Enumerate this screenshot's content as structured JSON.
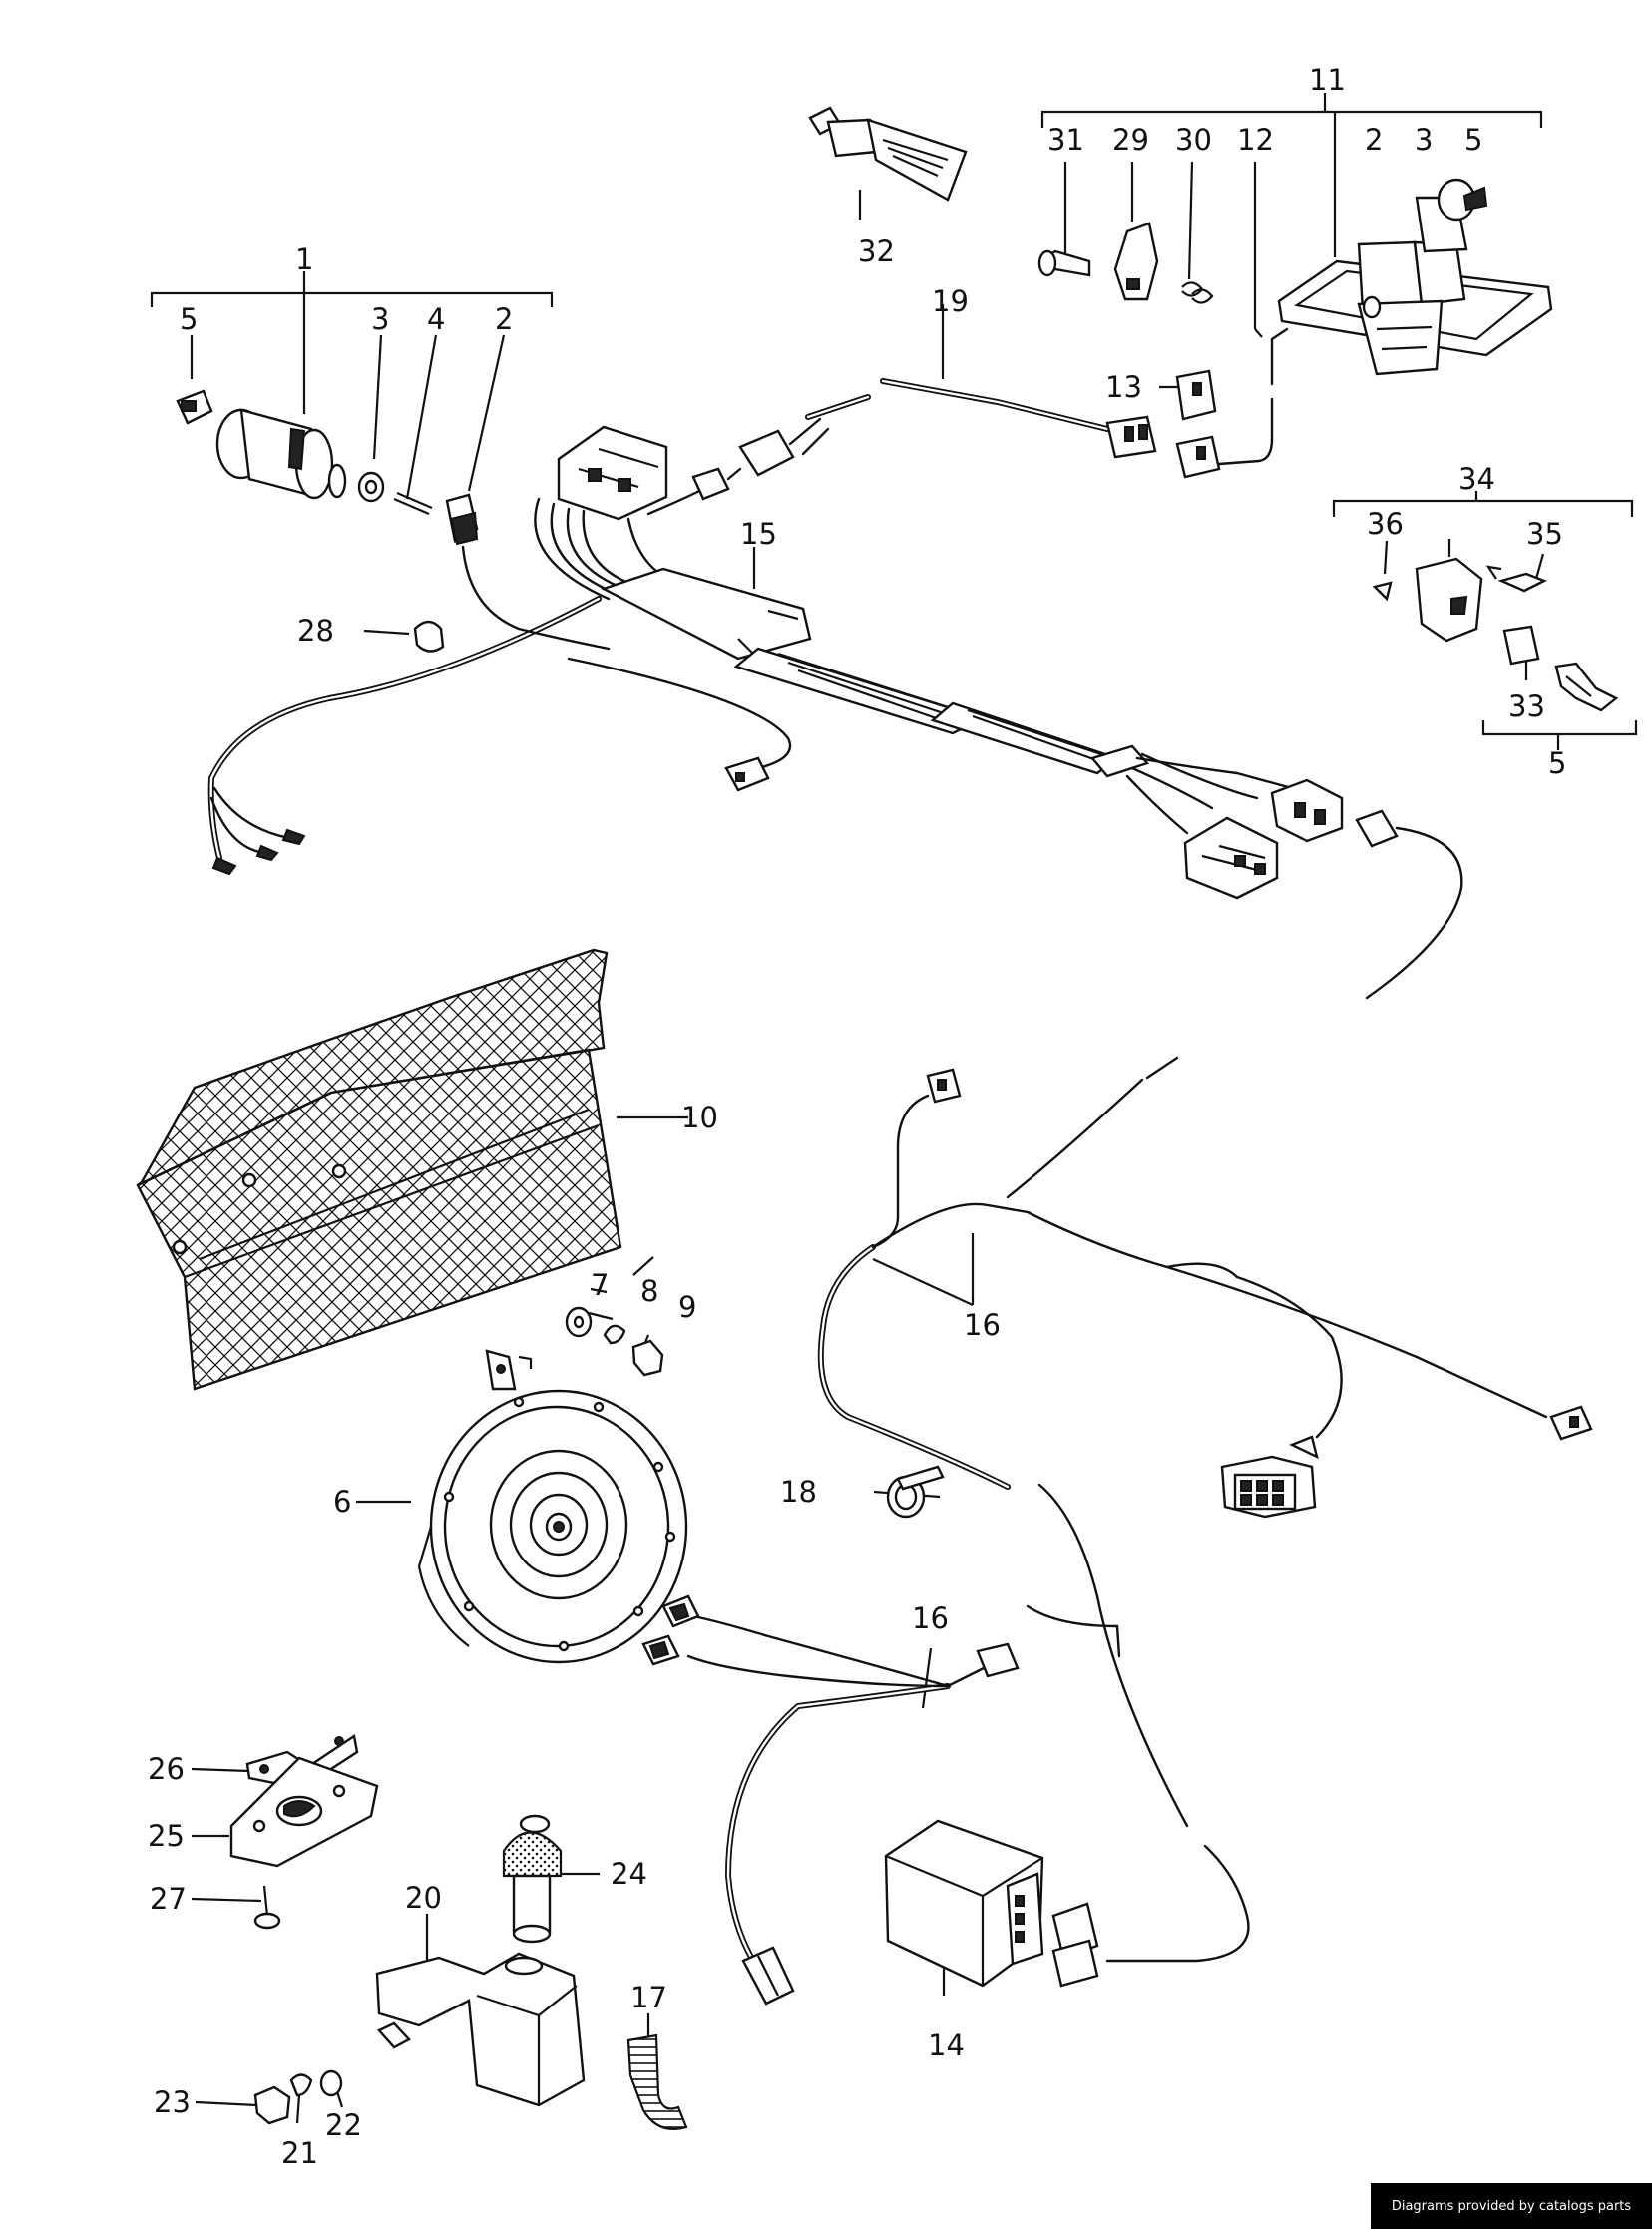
{
  "callouts": {
    "c1": "1",
    "c2a": "2",
    "c2b": "2",
    "c3a": "3",
    "c3b": "3",
    "c4": "4",
    "c5a": "5",
    "c5b": "5",
    "c5c": "5",
    "c6": "6",
    "c7": "7",
    "c8": "8",
    "c9": "9",
    "c10": "10",
    "c11": "11",
    "c12": "12",
    "c13": "13",
    "c14": "14",
    "c15": "15",
    "c16a": "16",
    "c16b": "16",
    "c17": "17",
    "c18": "18",
    "c19": "19",
    "c20": "20",
    "c21": "21",
    "c22": "22",
    "c23": "23",
    "c24": "24",
    "c25": "25",
    "c26": "26",
    "c27": "27",
    "c28": "28",
    "c29": "29",
    "c30": "30",
    "c31": "31",
    "c32": "32",
    "c33": "33",
    "c34": "34",
    "c35": "35",
    "c36": "36"
  },
  "credit": "Diagrams provided by catalogs parts"
}
